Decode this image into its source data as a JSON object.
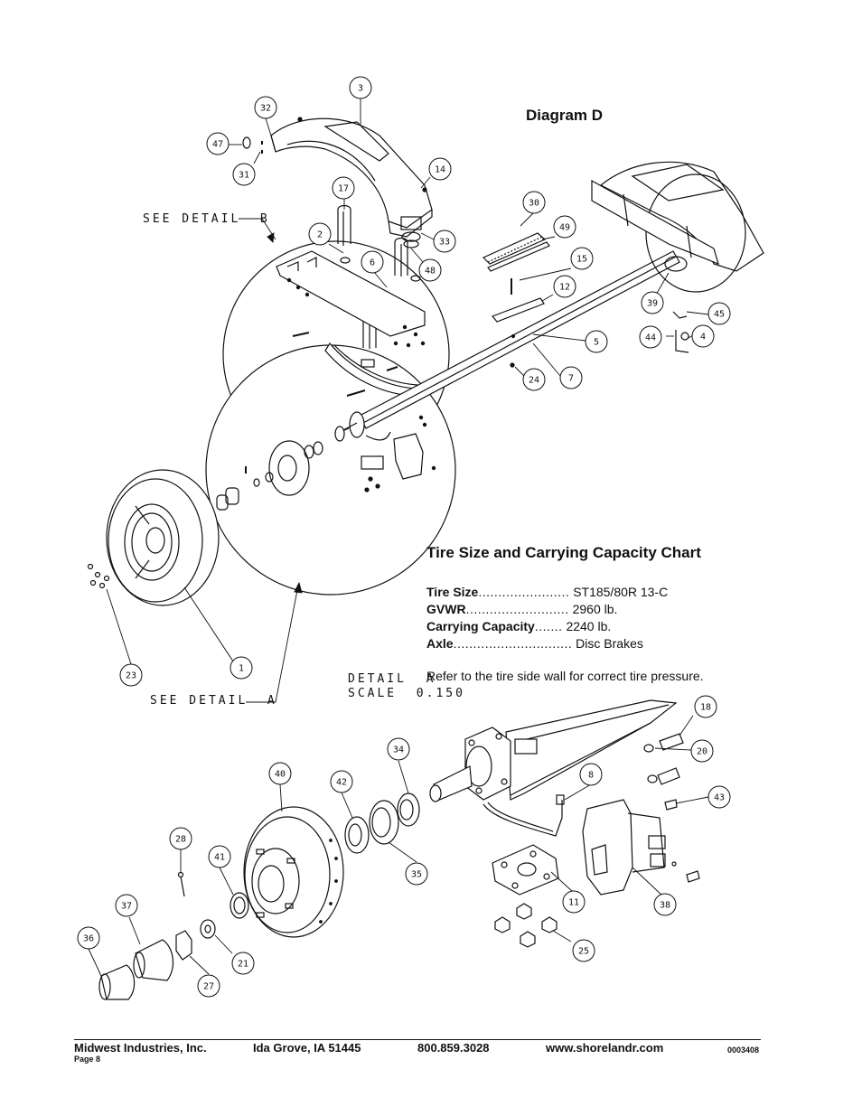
{
  "diagram_title": "Diagram D",
  "detail_labels": {
    "see_detail_b": "SEE DETAIL  B",
    "see_detail_a": "SEE DETAIL  A",
    "detail_a_line1": "DETAIL  A",
    "detail_a_line2": "SCALE  0.150"
  },
  "chart": {
    "title": "Tire Size and Carrying Capacity Chart",
    "rows": [
      {
        "label": "Tire Size",
        "dots": ".......................",
        "value": "ST185/80R 13-C"
      },
      {
        "label": "GVWR",
        "dots": "..........................",
        "value": "2960 lb."
      },
      {
        "label": "Carrying Capacity",
        "dots": ".......",
        "value": "2240 lb."
      },
      {
        "label": "Axle",
        "dots": "..............................",
        "value": "Disc Brakes"
      }
    ],
    "note": "Refer to the tire side wall for correct tire pressure."
  },
  "balloons": [
    "3",
    "32",
    "47",
    "31",
    "14",
    "17",
    "2",
    "6",
    "33",
    "48",
    "30",
    "49",
    "15",
    "12",
    "39",
    "45",
    "44",
    "4",
    "5",
    "24",
    "7",
    "1",
    "23",
    "18",
    "20",
    "8",
    "43",
    "34",
    "40",
    "42",
    "35",
    "28",
    "41",
    "11",
    "38",
    "37",
    "36",
    "21",
    "27",
    "25"
  ],
  "footer": {
    "company": "Midwest Industries, Inc.",
    "city": "Ida Grove, IA  51445",
    "phone": "800.859.3028",
    "web": "www.shorelandr.com",
    "page": "Page 8",
    "doc": "0003408"
  }
}
